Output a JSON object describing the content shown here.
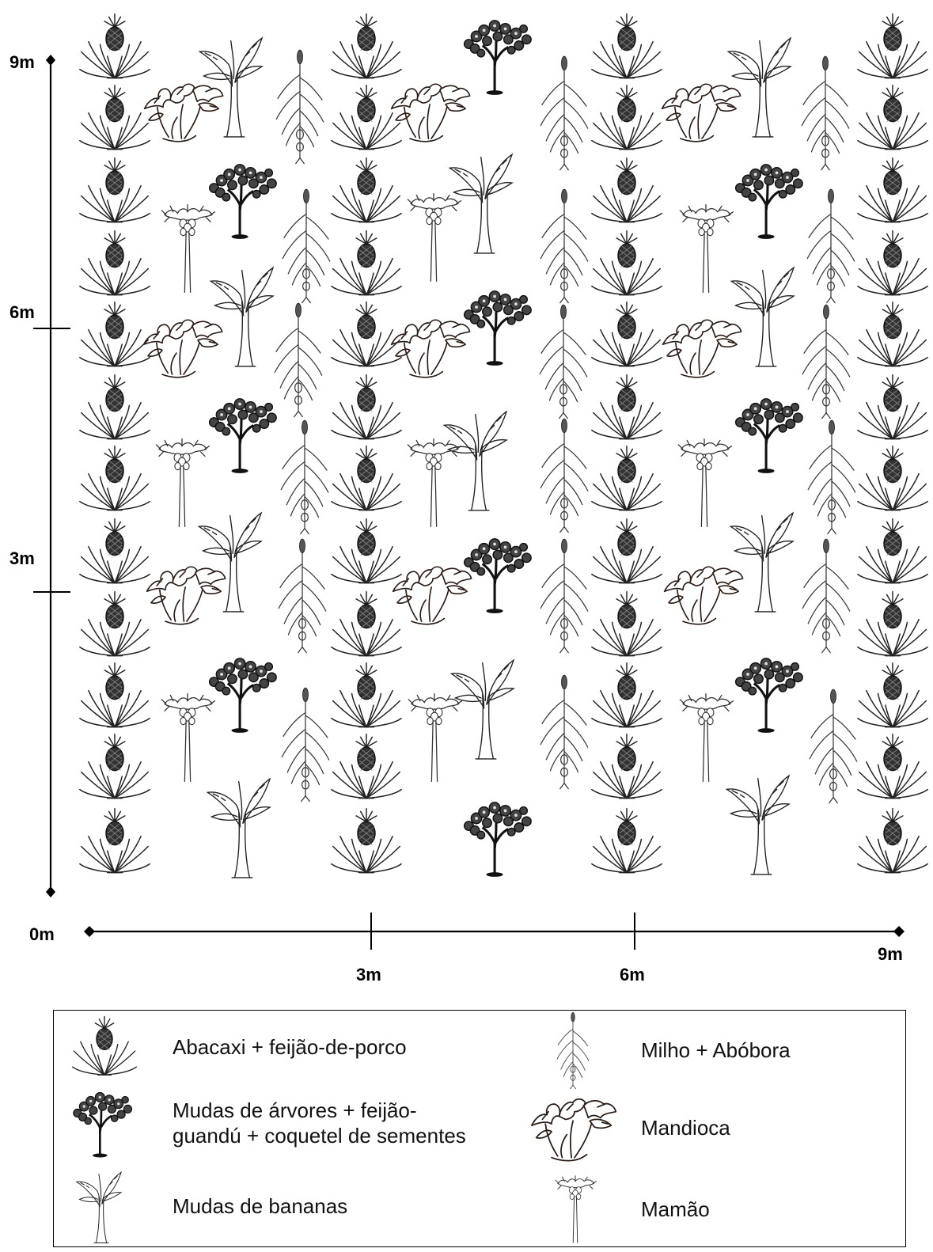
{
  "axes": {
    "y_top": "9m",
    "y_6": "6m",
    "y_3": "3m",
    "origin": "0m",
    "x_3": "3m",
    "x_6": "6m",
    "x_right": "9m"
  },
  "legend": {
    "abacaxi": "Abacaxi + feijão-de-porco",
    "arvores_l1": "Mudas de árvores + feijão-",
    "arvores_l2": "guandú + coquetel de sementes",
    "bananas": "Mudas de bananas",
    "milho": "Milho + Abóbora",
    "mandioca": "Mandioca",
    "mamao": "Mamão"
  },
  "icons": {
    "abacaxi": "pineapple-icon",
    "arvore": "tree-seedling-icon",
    "banana": "banana-icon",
    "milho": "corn-icon",
    "mandioca": "cassava-icon",
    "mamao": "papaya-icon"
  }
}
